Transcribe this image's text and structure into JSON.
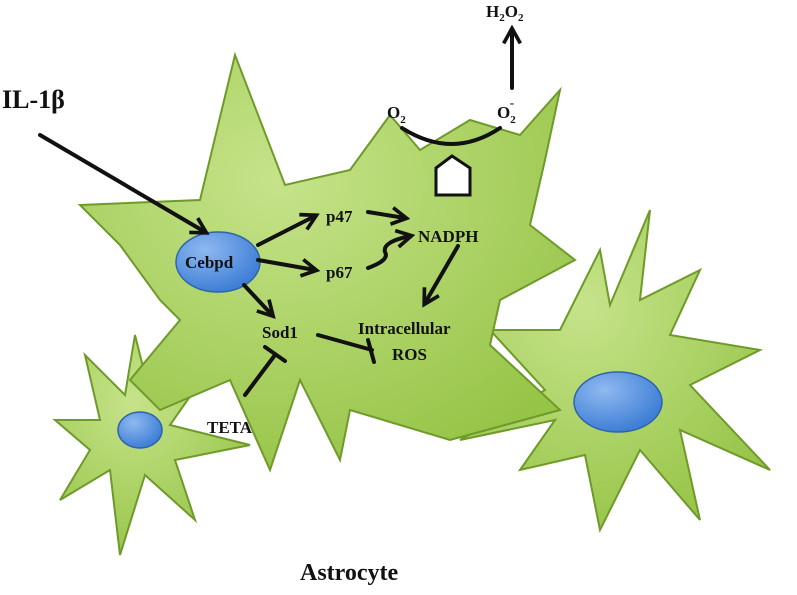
{
  "colors": {
    "cell_fill": "#96c447",
    "cell_fill_light": "#c6e38a",
    "cell_edge": "#6e9a2a",
    "nucleus": "#3f7fd6",
    "nucleus_light": "#8fb9f0",
    "ink": "#111111"
  },
  "labels": {
    "il1b": "IL-1β",
    "cebpd": "Cebpd",
    "p47": "p47",
    "p67": "p67",
    "nadph": "NADPH",
    "sod1": "Sod1",
    "ros_line1": "Intracellular",
    "ros_line2": "ROS",
    "teta": "TETA",
    "o2_base": "O",
    "o2_sub": "2",
    "o2minus_base": "O",
    "o2minus_sub": "2",
    "o2minus_sup": "-",
    "h2o2_h": "H",
    "h2o2_sub1": "2",
    "h2o2_o": "O",
    "h2o2_sub2": "2",
    "caption": "Astrocyte"
  }
}
